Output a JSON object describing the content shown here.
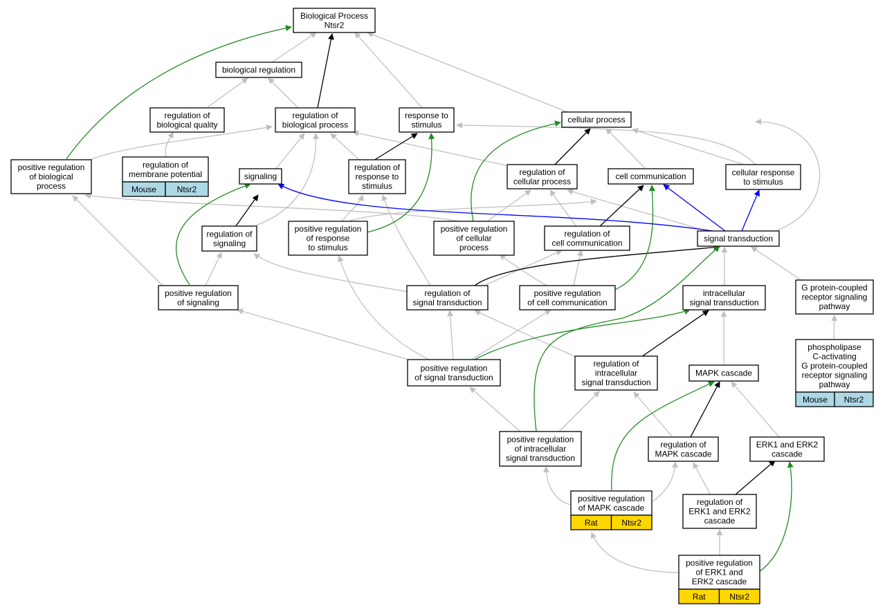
{
  "colors": {
    "is_a": "#c0c0c0",
    "part_of": "#000000",
    "positive_regulation": "#228b22",
    "regulation": "#0000ff",
    "mouse_annotation": "#add8e6",
    "rat_annotation": "#ffd700"
  },
  "nodes": {
    "bp": [
      "Biological Process",
      "Ntsr2"
    ],
    "biological_regulation": [
      "biological regulation"
    ],
    "regulation_of_biological_quality": [
      "regulation of",
      "biological quality"
    ],
    "regulation_of_biological_process": [
      "regulation of",
      "biological process"
    ],
    "response_to_stimulus": [
      "response to",
      "stimulus"
    ],
    "cellular_process": [
      "cellular process"
    ],
    "positive_regulation_of_biological_process": [
      "positive regulation",
      "of biological",
      "process"
    ],
    "regulation_of_membrane_potential": [
      "regulation of",
      "membrane potential"
    ],
    "signaling": [
      "signaling"
    ],
    "regulation_of_response_to_stimulus": [
      "regulation of",
      "response to",
      "stimulus"
    ],
    "regulation_of_cellular_process": [
      "regulation of",
      "cellular process"
    ],
    "cell_communication": [
      "cell communication"
    ],
    "cellular_response_to_stimulus": [
      "cellular response",
      "to stimulus"
    ],
    "regulation_of_signaling": [
      "regulation of",
      "signaling"
    ],
    "positive_regulation_of_response_to_stimulus": [
      "positive regulation",
      "of response",
      "to stimulus"
    ],
    "positive_regulation_of_cellular_process": [
      "positive regulation",
      "of cellular",
      "process"
    ],
    "regulation_of_cell_communication": [
      "regulation of",
      "cell communication"
    ],
    "signal_transduction": [
      "signal transduction"
    ],
    "positive_regulation_of_signaling": [
      "positive regulation",
      "of signaling"
    ],
    "regulation_of_signal_transduction": [
      "regulation of",
      "signal transduction"
    ],
    "positive_regulation_of_cell_communication": [
      "positive regulation",
      "of cell communication"
    ],
    "intracellular_signal_transduction": [
      "intracellular",
      "signal transduction"
    ],
    "gpcr_signaling_pathway": [
      "G protein-coupled",
      "receptor signaling",
      "pathway"
    ],
    "positive_regulation_of_signal_transduction": [
      "positive regulation",
      "of signal transduction"
    ],
    "regulation_of_intracellular_signal_transduction": [
      "regulation of",
      "intracellular",
      "signal transduction"
    ],
    "mapk_cascade": [
      "MAPK cascade"
    ],
    "plc_gpcr_pathway": [
      "phospholipase",
      "C-activating",
      "G protein-coupled",
      "receptor signaling",
      "pathway"
    ],
    "positive_regulation_of_intracellular_signal_transduction": [
      "positive regulation",
      "of intracellular",
      "signal transduction"
    ],
    "regulation_of_mapk_cascade": [
      "regulation of",
      "MAPK cascade"
    ],
    "erk1_erk2_cascade": [
      "ERK1 and ERK2",
      "cascade"
    ],
    "positive_regulation_of_mapk_cascade": [
      "positive regulation",
      "of MAPK cascade"
    ],
    "regulation_of_erk1_erk2_cascade": [
      "regulation of",
      "ERK1 and ERK2",
      "cascade"
    ],
    "positive_regulation_of_erk1_erk2_cascade": [
      "positive regulation",
      "of ERK1 and",
      "ERK2 cascade"
    ]
  },
  "annotations": {
    "regulation_of_membrane_potential": [
      "Mouse",
      "Ntsr2"
    ],
    "plc_gpcr_pathway": [
      "Mouse",
      "Ntsr2"
    ],
    "positive_regulation_of_mapk_cascade": [
      "Rat",
      "Ntsr2"
    ],
    "positive_regulation_of_erk1_erk2_cascade": [
      "Rat",
      "Ntsr2"
    ]
  }
}
